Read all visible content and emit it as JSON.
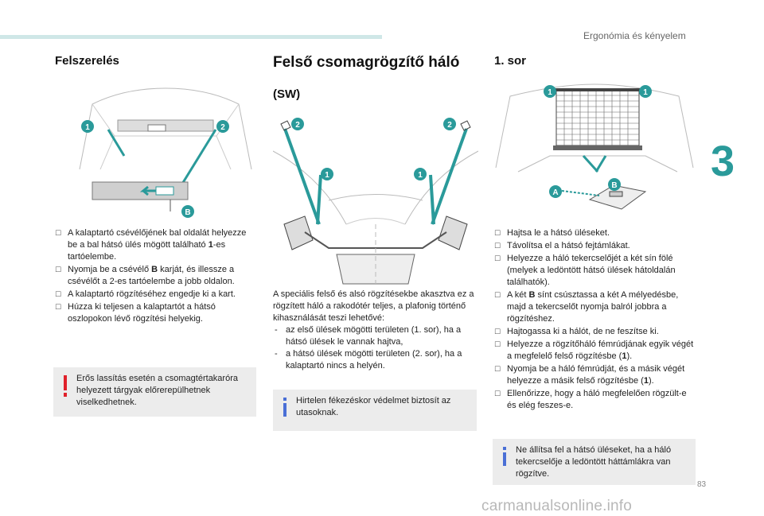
{
  "header": {
    "title": "Ergonómia és kényelem",
    "chapter": "3",
    "page": "83"
  },
  "watermark": "carmanualsonline.info",
  "left": {
    "heading": "Felszerelés",
    "callouts": [
      "1",
      "2",
      "B"
    ],
    "steps": [
      {
        "pre": "A kalaptartó csévélőjének bal oldalát helyezze be a bal hátsó ülés mögött található ",
        "b": "1",
        "post": "-es tartóelembe."
      },
      {
        "pre": "Nyomja be a csévélő ",
        "b": "B",
        "post": " karját, és illessze a csévélőt a 2-es tartóelembe a jobb oldalon."
      },
      {
        "pre": "A kalaptartó rögzítéséhez engedje ki a kart.",
        "b": "",
        "post": ""
      },
      {
        "pre": "Húzza ki teljesen a kalaptartót a hátsó oszlopokon lévő rögzítési helyekig.",
        "b": "",
        "post": ""
      }
    ],
    "warning": "Erős lassítás esetén a csomagtértakaróra helyezett tárgyak előrerepülhetnek viselkedhetnek."
  },
  "middle": {
    "heading": "Felső csomagrögzítő háló",
    "subheading": "(SW)",
    "callouts": [
      "2",
      "2",
      "1",
      "1"
    ],
    "intro": "A speciális felső és alsó rögzítésekbe akasztva ez a rögzített háló a rakodótér teljes, a plafonig történő kihasználását teszi lehetővé:",
    "items": [
      "az első ülések mögötti területen (1. sor), ha a hátsó ülések le vannak hajtva,",
      "a hátsó ülések mögötti területen (2. sor), ha a kalaptartó nincs a helyén."
    ],
    "info": "Hirtelen fékezéskor védelmet biztosít az utasoknak."
  },
  "right": {
    "heading": "1. sor",
    "callouts": [
      "1",
      "1",
      "A",
      "B"
    ],
    "steps": [
      {
        "pre": "Hajtsa le a hátsó üléseket.",
        "b": "",
        "post": ""
      },
      {
        "pre": "Távolítsa el a hátsó fejtámlákat.",
        "b": "",
        "post": ""
      },
      {
        "pre": "Helyezze a háló tekercselőjét a két sín fölé (melyek a ledöntött hátsó ülések hátoldalán találhatók).",
        "b": "",
        "post": ""
      },
      {
        "pre": "A két ",
        "b": "B",
        "post": " sínt csúsztassa a két A mélyedésbe, majd a tekercselőt nyomja balról jobbra a rögzítéshez."
      },
      {
        "pre": "Hajtogassa ki a hálót, de ne feszítse ki.",
        "b": "",
        "post": ""
      },
      {
        "pre": "Helyezze a rögzítőháló fémrúdjának egyik végét a megfelelő felső rögzítésbe (",
        "b": "1",
        "post": ")."
      },
      {
        "pre": "Nyomja be a háló fémrúdját, és a másik végét helyezze a másik felső rögzítésbe (",
        "b": "1",
        "post": ")."
      },
      {
        "pre": "Ellenőrizze, hogy a háló megfelelően rögzült-e és elég feszes-e.",
        "b": "",
        "post": ""
      }
    ],
    "info": "Ne állítsa fel a hátsó üléseket, ha a háló tekercselője a ledöntött háttámlákra van rögzítve."
  },
  "colors": {
    "accent": "#2a9a9a",
    "topbar": "#cfe7e7",
    "note_bg": "#ececec",
    "warning": "#e0202a",
    "info": "#4a6fd6"
  },
  "icons": {
    "bullet": "ballot-box-icon",
    "warning": "exclamation-icon",
    "info": "info-icon"
  }
}
